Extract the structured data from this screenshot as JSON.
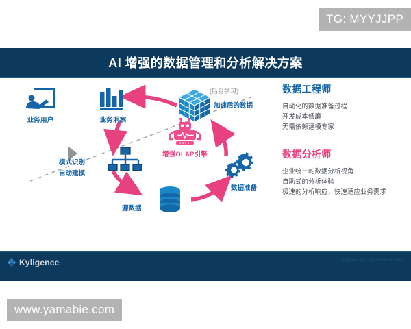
{
  "watermarks": {
    "top": "TG: MYYJJPP",
    "bottom": "www.yamabie.com"
  },
  "slide": {
    "title": "AI 增强的数据管理和分析解决方案",
    "background_note": "(后台学习)",
    "colors": {
      "navy": "#0d3a5c",
      "blue": "#1565a8",
      "pink": "#e8417f",
      "gray": "#8a8f94"
    }
  },
  "flow": {
    "nodes": [
      {
        "id": "business-user",
        "label": "业务用户",
        "icon": "presenter-icon"
      },
      {
        "id": "business-insight",
        "label": "业务洞察",
        "icon": "bar-chart-icon"
      },
      {
        "id": "pattern-modeling",
        "label": "模式识别",
        "label2": "自动建模",
        "icon": "hierarchy-icon"
      },
      {
        "id": "source-data",
        "label": "源数据",
        "icon": "database-icon"
      },
      {
        "id": "data-preparation",
        "label": "数据准备",
        "icon": "gears-icon"
      },
      {
        "id": "accelerated-data",
        "label": "加速后的数据",
        "icon": "cube-icon"
      },
      {
        "id": "olap-engine",
        "label": "增强OLAP引擎",
        "icon": "robot-icon"
      }
    ]
  },
  "personas": [
    {
      "id": "data-engineer",
      "title": "数据工程师",
      "bullets": [
        "自动化的数据准备过程",
        "开发成本低廉",
        "无需依赖建模专家"
      ]
    },
    {
      "id": "data-analyst",
      "title": "数据分析师",
      "bullets": [
        "企业统一的数据分析视角",
        "自助式的分析体验",
        "极速的分析响应，快速适应业务需求"
      ]
    }
  ],
  "footer": {
    "logo": "Kyligence",
    "note": "© Kyligence Inc. 2019 Confidential"
  }
}
